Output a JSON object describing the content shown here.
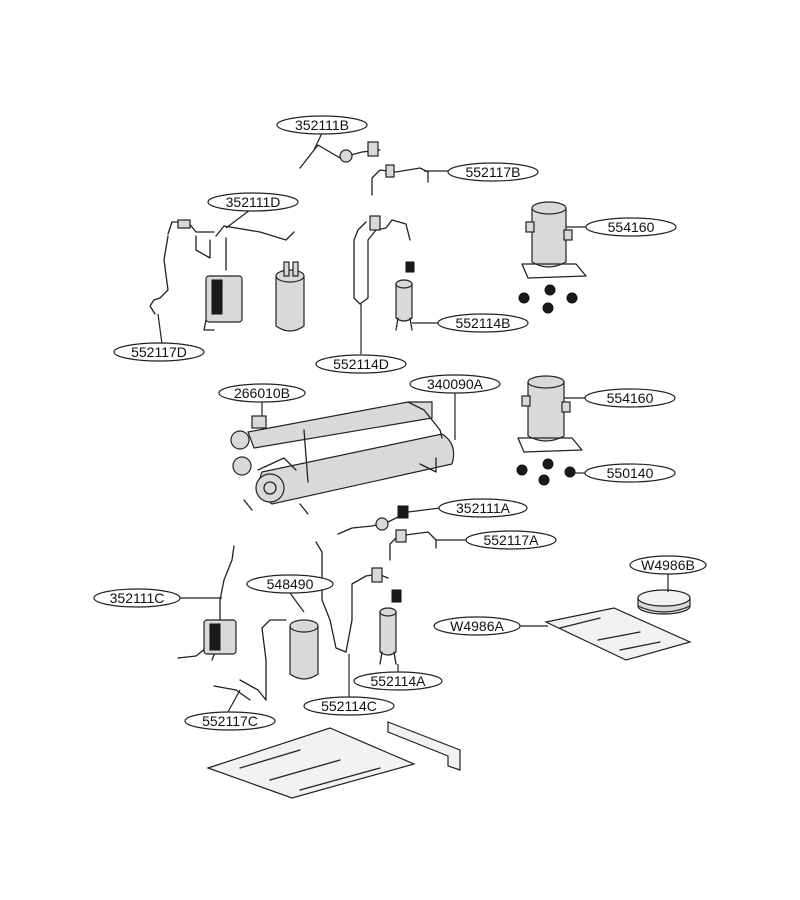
{
  "callouts": [
    {
      "id": "c1",
      "label": "352111B"
    },
    {
      "id": "c2",
      "label": "552117B"
    },
    {
      "id": "c3",
      "label": "352111D"
    },
    {
      "id": "c4",
      "label": "554160"
    },
    {
      "id": "c5",
      "label": "552114B"
    },
    {
      "id": "c6",
      "label": "552117D"
    },
    {
      "id": "c7",
      "label": "552114D"
    },
    {
      "id": "c8",
      "label": "266010B"
    },
    {
      "id": "c9",
      "label": "340090A"
    },
    {
      "id": "c10",
      "label": "554160"
    },
    {
      "id": "c11",
      "label": "550140"
    },
    {
      "id": "c12",
      "label": "352111A"
    },
    {
      "id": "c13",
      "label": "552117A"
    },
    {
      "id": "c14",
      "label": "W4986B"
    },
    {
      "id": "c15",
      "label": "352111C"
    },
    {
      "id": "c16",
      "label": "548490"
    },
    {
      "id": "c17",
      "label": "W4986A"
    },
    {
      "id": "c18",
      "label": "552114A"
    },
    {
      "id": "c19",
      "label": "552117C"
    },
    {
      "id": "c20",
      "label": "552114C"
    }
  ]
}
